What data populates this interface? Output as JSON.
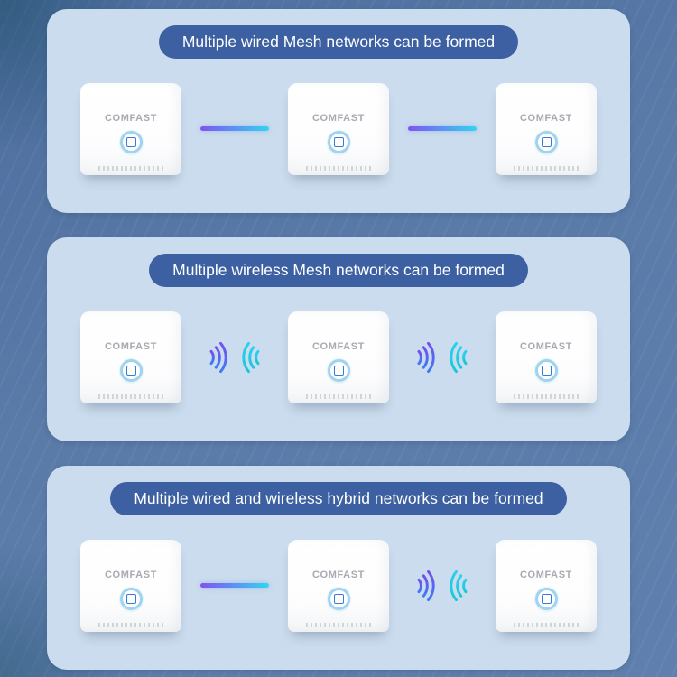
{
  "panels": [
    {
      "title": "Multiple wired Mesh networks can be formed",
      "connections": [
        "wired",
        "wired"
      ]
    },
    {
      "title": "Multiple wireless Mesh networks can be formed",
      "connections": [
        "wireless",
        "wireless"
      ]
    },
    {
      "title": "Multiple wired and wireless hybrid networks can be formed",
      "connections": [
        "wired",
        "wireless"
      ]
    }
  ],
  "device": {
    "brand": "COMFAST"
  },
  "colors": {
    "background": "#55749f",
    "panel_bg": "#cadced",
    "title_pill_bg": "#3c60a1",
    "title_text": "#ffffff",
    "wire_gradient_start": "#8252f2",
    "wire_gradient_end": "#30d6f0",
    "wifi_left_start": "#7150f0",
    "wifi_left_end": "#3f7bf5",
    "wifi_right_start": "#2ad0f0",
    "wifi_right_end": "#19c7d8",
    "device_body": "#ffffff",
    "brand_text": "#a7abb1",
    "button_ring": "#9fd4ef"
  }
}
